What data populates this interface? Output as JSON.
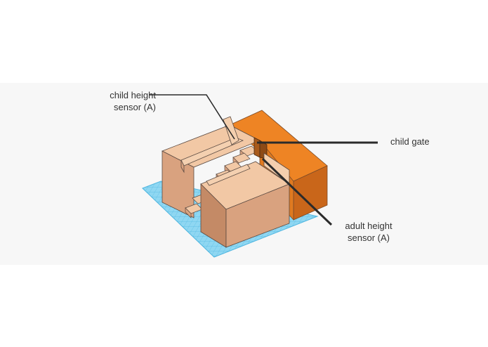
{
  "labels": {
    "child_height_sensor": {
      "line1": "child height",
      "line2": "sensor (A)"
    },
    "child_gate": "child gate",
    "adult_height_sensor": {
      "line1": "adult height",
      "line2": "sensor (A)"
    }
  },
  "colors": {
    "band": "#f7f7f7",
    "grid": "#7fd0ee",
    "grid_line": "#4fb6e0",
    "wall_top": "#f2c8a5",
    "wall_front": "#d9a27f",
    "wall_side": "#c48a66",
    "orange_top": "#ee8424",
    "orange_front": "#d46a14",
    "gate": "#a85a1c",
    "leader": "#2b2b2b",
    "outline": "#5a4a42"
  }
}
